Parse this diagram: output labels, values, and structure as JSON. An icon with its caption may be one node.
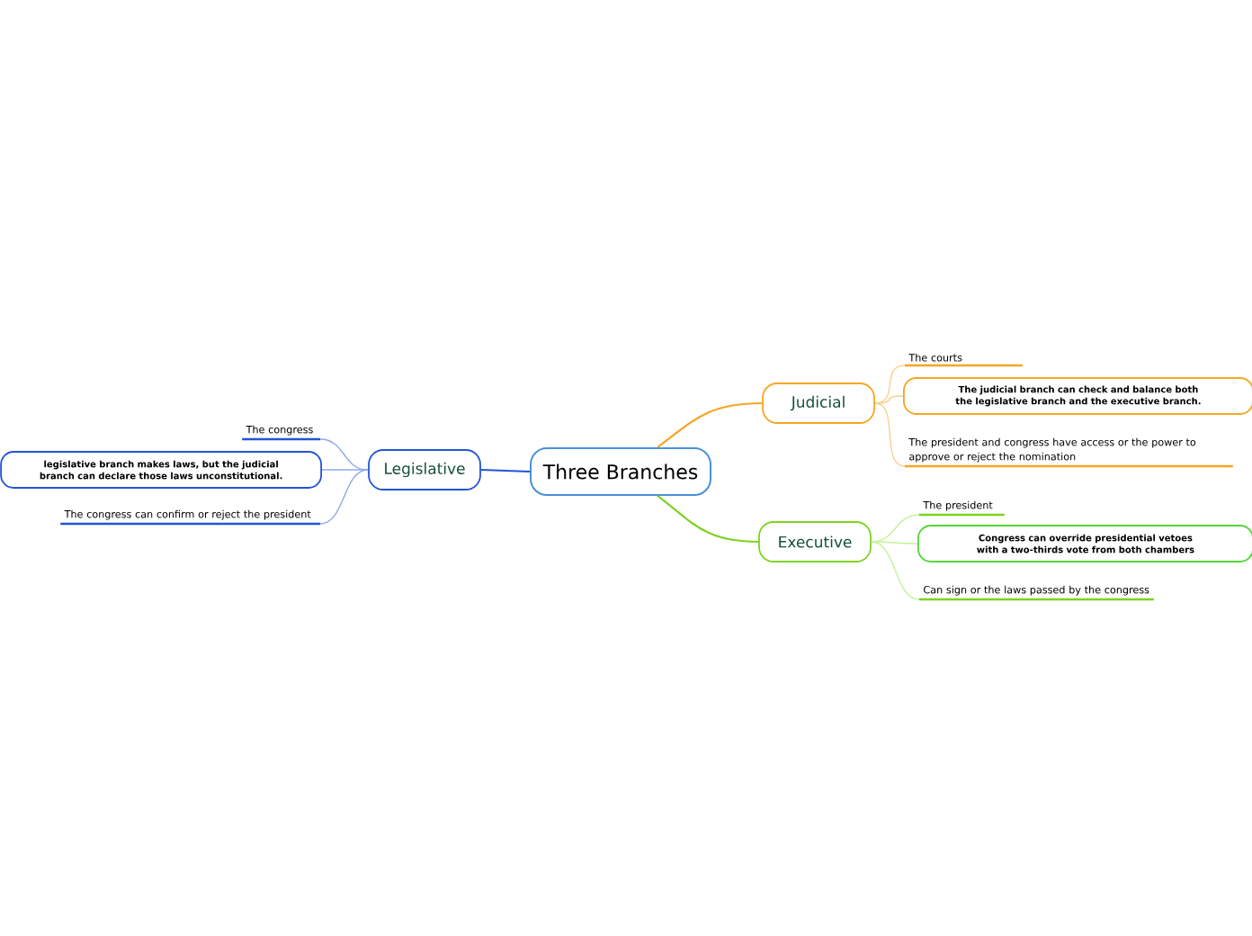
{
  "diagram": {
    "nodes": [
      {
        "text": [
          "Three Branches"
        ]
      },
      {
        "text": [
          "Judicial"
        ]
      },
      {
        "text": [
          "Executive"
        ]
      },
      {
        "text": [
          "Legislative"
        ]
      },
      {
        "text": [
          "The courts"
        ]
      },
      {
        "text": [
          "The judicial branch can check and balance both the legislative branch and the executive branch."
        ]
      },
      {
        "text": [
          "The president and congress have access or the power to approve or reject the nomination"
        ]
      },
      {
        "text": [
          "The president"
        ]
      },
      {
        "text": [
          "Congress can override presidential vetoes with a two-thirds vote from both chambers"
        ]
      },
      {
        "text": [
          "Can sign or the laws passed by the congress"
        ]
      },
      {
        "text": [
          "The congress"
        ]
      },
      {
        "text": [
          "legislative branch makes laws, but the judicial branch can declare those laws unconstitutional."
        ]
      },
      {
        "text": [
          "The congress can confirm or reject the president"
        ]
      }
    ],
    "edges": [
      {
        "from": 0,
        "to": 1,
        "arrow": "none",
        "color": "#f5a623"
      },
      {
        "from": 0,
        "to": 2,
        "arrow": "none",
        "color": "#7ed321"
      },
      {
        "from": 0,
        "to": 3,
        "arrow": "none",
        "color": "#2354d6"
      },
      {
        "from": 1,
        "to": 4,
        "arrow": "none",
        "color": "#fbd08f"
      },
      {
        "from": 1,
        "to": 5,
        "arrow": "none",
        "color": "#fbd08f"
      },
      {
        "from": 1,
        "to": 6,
        "arrow": "none",
        "color": "#fbd08f"
      },
      {
        "from": 2,
        "to": 7,
        "arrow": "none",
        "color": "#c6f29a"
      },
      {
        "from": 2,
        "to": 8,
        "arrow": "none",
        "color": "#c6f29a"
      },
      {
        "from": 2,
        "to": 9,
        "arrow": "none",
        "color": "#c6f29a"
      },
      {
        "from": 3,
        "to": 10,
        "arrow": "none",
        "color": "#8fa8ec"
      },
      {
        "from": 3,
        "to": 11,
        "arrow": "none",
        "color": "#8fa8ec"
      },
      {
        "from": 3,
        "to": 12,
        "arrow": "none",
        "color": "#8fa8ec"
      }
    ]
  }
}
